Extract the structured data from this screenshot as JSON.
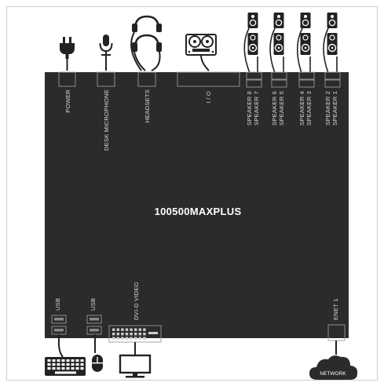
{
  "device": {
    "title": "100500MAXPLUS",
    "ports": {
      "power": "POWER",
      "desk_microphone": "DESK MICROPHONE",
      "headsets": "HEADSETS",
      "io": "I / O",
      "speaker_8": "SPEAKER 8",
      "speaker_7": "SPEAKER 7",
      "speaker_6": "SPEAKER 6",
      "speaker_5": "SPEAKER 5",
      "speaker_4": "SPEAKER 4",
      "speaker_3": "SPEAKER 3",
      "speaker_2": "SPEAKER 2",
      "speaker_1": "SPEAKER 1",
      "usb_1": "USB",
      "usb_2": "USB",
      "dvi": "DVI-D VIDEO",
      "enet": "ENET 1"
    }
  },
  "peripherals": {
    "network": "NETWORK"
  },
  "colors": {
    "device_body": "#2b2b2b",
    "cable": "#222222",
    "label": "#d8d8d8",
    "frame_border": "#cccccc",
    "background": "#ffffff"
  }
}
